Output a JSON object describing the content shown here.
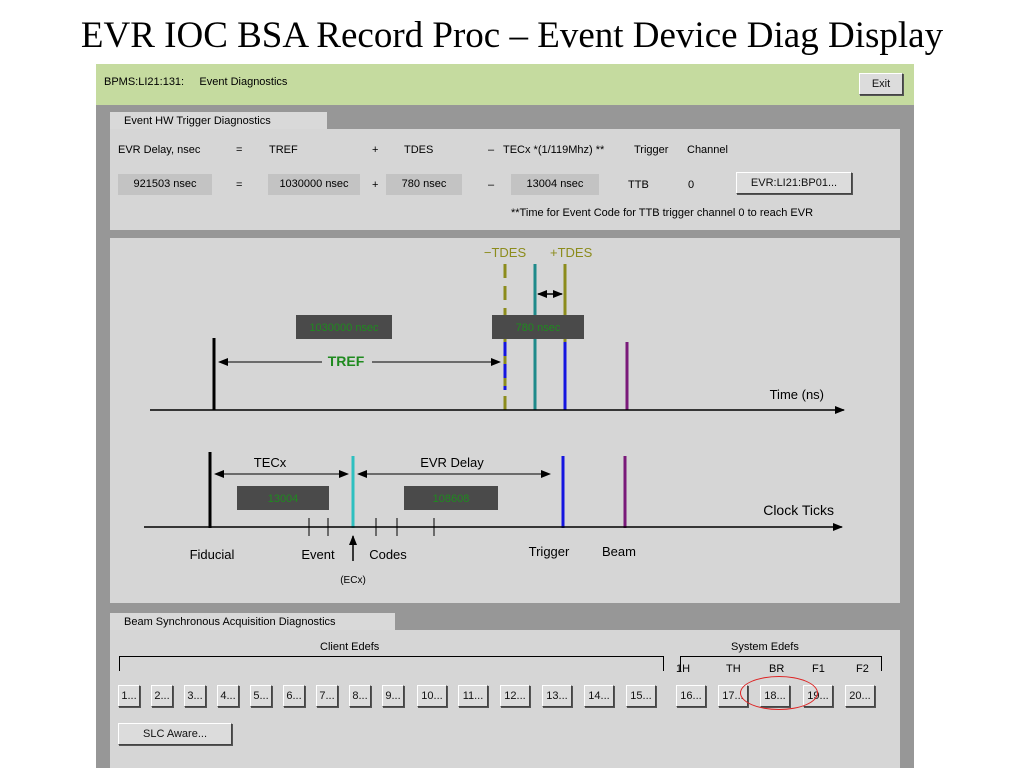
{
  "slide_title": "EVR IOC BSA Record Proc – Event Device Diag Display",
  "header": {
    "title": "BPMS:LI21:131:     Event Diagnostics",
    "exit_label": "Exit"
  },
  "trigger": {
    "tab": "Event HW Trigger Diagnostics",
    "labels": {
      "evr_delay": "EVR Delay, nsec",
      "eq": "=",
      "tref": "TREF",
      "plus": "+",
      "tdes": "TDES",
      "minus": "–",
      "tecx": "TECx *(1/119Mhz) **",
      "trigger": "Trigger",
      "channel": "Channel"
    },
    "values": {
      "evr_delay": "921503 nsec",
      "eq": "=",
      "tref": "1030000 nsec",
      "plus": "+",
      "tdes": "780 nsec",
      "minus": "–",
      "tecx": "13004 nsec",
      "trigger": "TTB",
      "channel": "0"
    },
    "evr_button": "EVR:LI21:BP01...",
    "footnote": "**Time for Event Code for TTB trigger channel 0 to reach EVR"
  },
  "diagram": {
    "minus_tdes": "−TDES",
    "plus_tdes": "+TDES",
    "tref_box": "1030000 nsec",
    "tdes_box": "780 nsec",
    "tref": "TREF",
    "time_axis": "Time (ns)",
    "tecx": "TECx",
    "evr_delay": "EVR Delay",
    "tecx_box": "13004",
    "evr_delay_box": "108608",
    "clock_ticks": "Clock Ticks",
    "fiducial": "Fiducial",
    "event": "Event",
    "codes": "Codes",
    "trigger": "Trigger",
    "beam": "Beam",
    "ecx": "(ECx)",
    "colors": {
      "event": "#2ec0c0",
      "tdes": "#8c8c1c",
      "trigger": "#1515e0",
      "beam": "#7a1a7a",
      "readout_text": "#1f8a1f"
    }
  },
  "bsa": {
    "tab": "Beam Synchronous Acquisition Diagnostics",
    "client_edefs": "Client Edefs",
    "system_edefs": "System Edefs",
    "sys_labels": [
      "1H",
      "TH",
      "BR",
      "F1",
      "F2"
    ],
    "client_buttons": [
      "1...",
      "2...",
      "3...",
      "4...",
      "5...",
      "6...",
      "7...",
      "8...",
      "9...",
      "10...",
      "11...",
      "12...",
      "13...",
      "14...",
      "15..."
    ],
    "system_buttons": [
      "16...",
      "17...",
      "18...",
      "19...",
      "20..."
    ],
    "slc_aware": "SLC Aware..."
  }
}
